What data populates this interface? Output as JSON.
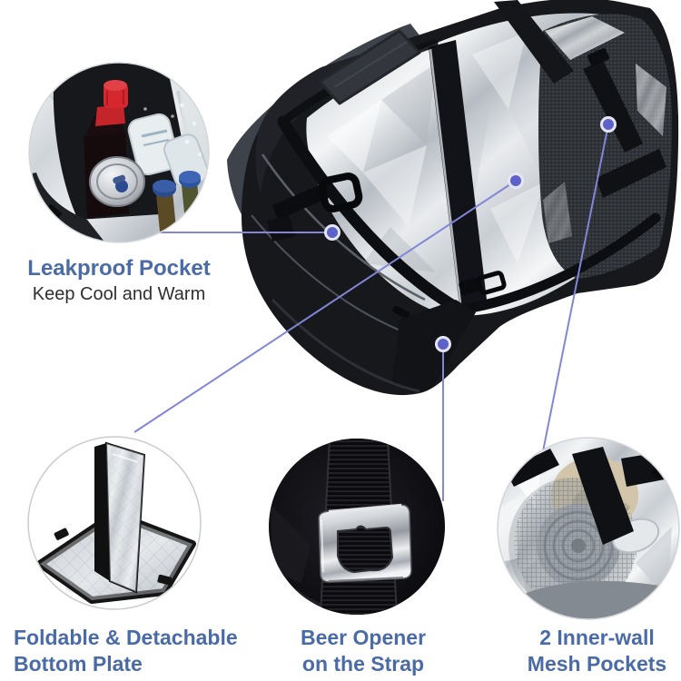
{
  "colors": {
    "heading_blue": "#4a6ba6",
    "subtext_dark": "#2f2f2f",
    "leader_purple": "#8186d6",
    "leader_dot": "#5c62c8"
  },
  "callouts": {
    "leakproof": {
      "title": "Leakproof Pocket",
      "subtitle": "Keep Cool and Warm"
    },
    "bottom_plate": {
      "line1": "Foldable & Detachable",
      "line2": "Bottom Plate"
    },
    "beer_opener": {
      "line1": "Beer Opener",
      "line2": "on the Strap"
    },
    "mesh_pockets": {
      "line1": "2 Inner-wall",
      "line2": "Mesh Pockets"
    }
  }
}
